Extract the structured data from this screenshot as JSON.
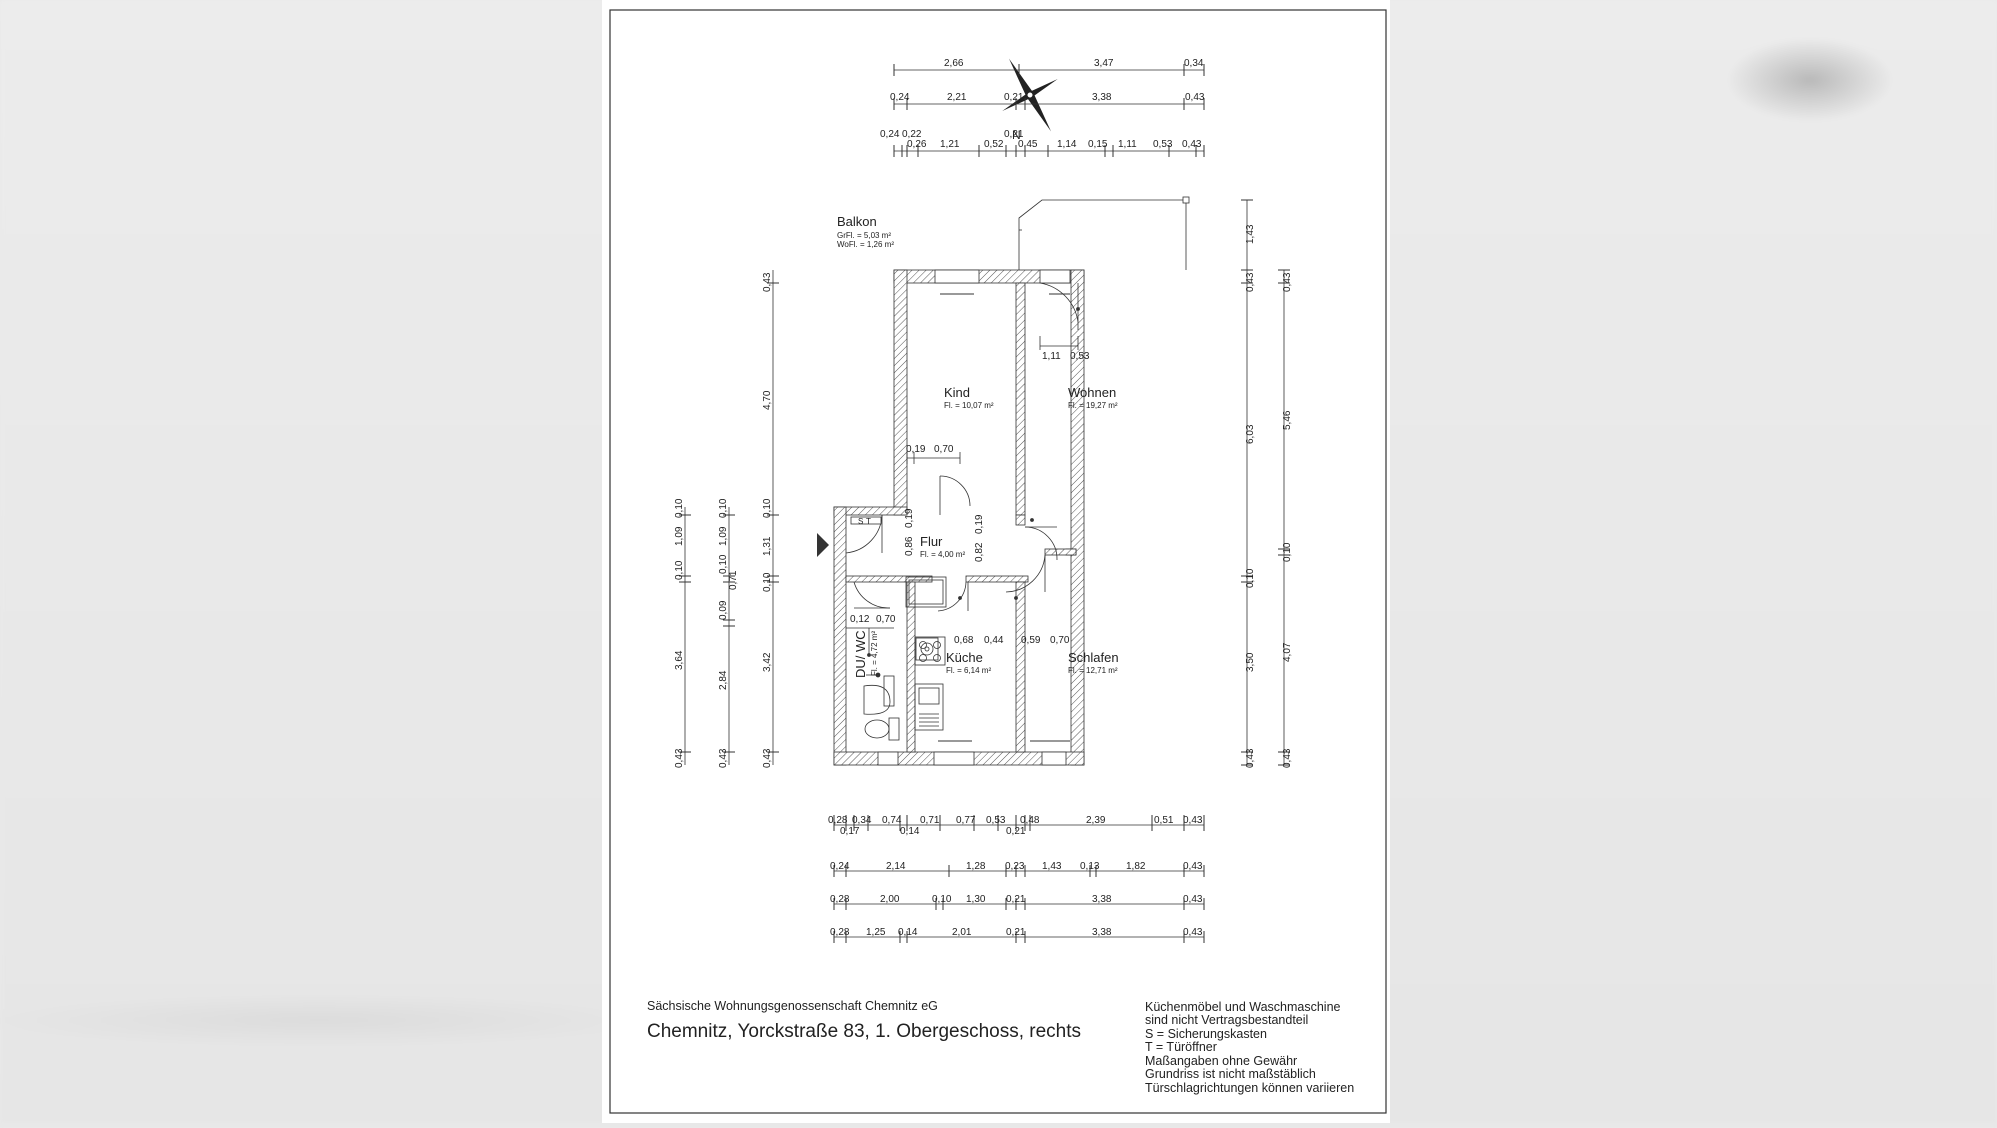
{
  "rooms": {
    "balkon": {
      "name": "Balkon",
      "gr": "GrFl. = 5,03 m²",
      "wo": "WoFl. = 1,26 m²"
    },
    "kind": {
      "name": "Kind",
      "area": "Fl. = 10,07 m²"
    },
    "wohnen": {
      "name": "Wohnen",
      "area": "Fl. = 19,27 m²"
    },
    "flur": {
      "name": "Flur",
      "area": "Fl. = 4,00 m²"
    },
    "kueche": {
      "name": "Küche",
      "area": "Fl. = 6,14 m²"
    },
    "schlafen": {
      "name": "Schlafen",
      "area": "Fl. = 12,71 m²"
    },
    "duwc": {
      "name": "DU/ WC",
      "area": "Fl. = 4,72 m²"
    }
  },
  "compass": {
    "north": "N"
  },
  "dims_top": {
    "row1": [
      "2,66",
      "3,47",
      "0,34"
    ],
    "row2": [
      "0,24",
      "2,21",
      "0,21",
      "3,38",
      "0,43"
    ],
    "row3a": [
      "0,24",
      "0,22",
      "0,21"
    ],
    "row3b": [
      "0,26",
      "1,21",
      "0,52",
      "0,45",
      "1,14",
      "0,15",
      "1,11",
      "0,53",
      "0,43"
    ]
  },
  "dims_bottom": {
    "row1": [
      "0,28",
      "0,34",
      "0,74",
      "0,71",
      "0,77",
      "0,53",
      "0,48",
      "2,39",
      "0,51",
      "0,43"
    ],
    "row1b": [
      "0,17",
      "0,14",
      "0,21"
    ],
    "row2": [
      "0,24",
      "2,14",
      "1,28",
      "0,23",
      "1,43",
      "0,13",
      "1,82",
      "0,43"
    ],
    "row3": [
      "0,28",
      "2,00",
      "0,10",
      "1,30",
      "0,21",
      "3,38",
      "0,43"
    ],
    "row4": [
      "0,28",
      "1,25",
      "0,14",
      "2,01",
      "0,21",
      "3,38",
      "0,43"
    ]
  },
  "dims_left": {
    "colA": [
      "0,10",
      "1,09",
      "0,10",
      "3,64",
      "0,43"
    ],
    "colB": [
      "0,10",
      "1,09",
      "0,10",
      "0,71",
      "0,09",
      "2,84",
      "0,43"
    ],
    "colC": [
      "0,43",
      "4,70",
      "0,10",
      "1,31",
      "0,10",
      "3,42",
      "0,43"
    ]
  },
  "dims_right": {
    "colA": [
      "1,43",
      "0,43",
      "6,03",
      "0,10",
      "3,50",
      "0,43"
    ],
    "colB": [
      "0,43",
      "5,46",
      "0,10",
      "4,07",
      "0,43"
    ]
  },
  "dims_interior": {
    "kind_door": [
      "0,19",
      "0,70"
    ],
    "wohnen_door": [
      "1,11",
      "0,53"
    ],
    "flur_v1": [
      "0,86",
      "0,19"
    ],
    "flur_v2": [
      "0,82",
      "0,19"
    ],
    "bath_door": [
      "0,12",
      "0,70"
    ],
    "kueche_door": [
      "0,68",
      "0,44"
    ],
    "schlafen_door": [
      "0,59",
      "0,70"
    ],
    "fuse": "S",
    "opener": "T"
  },
  "footer": {
    "company": "Sächsische Wohnungsgenossenschaft Chemnitz eG",
    "address": "Chemnitz, Yorckstraße 83, 1. Obergeschoss, rechts",
    "notes": [
      "Küchenmöbel und Waschmaschine",
      "sind nicht Vertragsbestandteil",
      "S = Sicherungskasten",
      "T = Türöffner",
      "Maßangaben ohne Gewähr",
      "Grundriss ist nicht maßstäblich",
      "Türschlagrichtungen können variieren"
    ]
  }
}
